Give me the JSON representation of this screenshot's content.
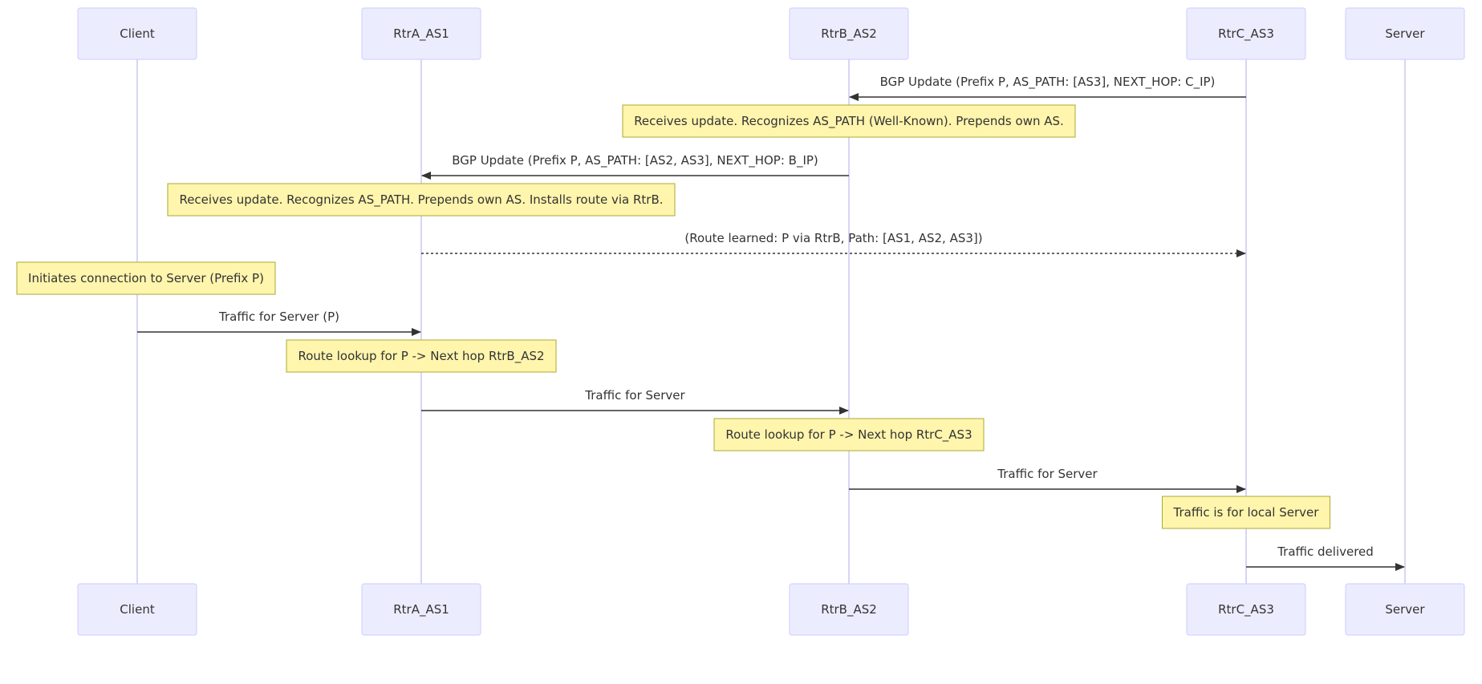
{
  "participants": [
    {
      "id": "Client",
      "label": "Client"
    },
    {
      "id": "RtrA_AS1",
      "label": "RtrA_AS1"
    },
    {
      "id": "RtrB_AS2",
      "label": "RtrB_AS2"
    },
    {
      "id": "RtrC_AS3",
      "label": "RtrC_AS3"
    },
    {
      "id": "Server",
      "label": "Server"
    }
  ],
  "steps": [
    {
      "kind": "message",
      "from": "RtrC_AS3",
      "to": "RtrB_AS2",
      "text": "BGP Update (Prefix P, AS_PATH: [AS3], NEXT_HOP: C_IP)",
      "style": "solid"
    },
    {
      "kind": "note",
      "over": "RtrB_AS2",
      "text": "Receives update. Recognizes AS_PATH (Well-Known). Prepends own AS."
    },
    {
      "kind": "message",
      "from": "RtrB_AS2",
      "to": "RtrA_AS1",
      "text": "BGP Update (Prefix P, AS_PATH: [AS2, AS3], NEXT_HOP: B_IP)",
      "style": "solid"
    },
    {
      "kind": "note",
      "over": "RtrA_AS1",
      "text": "Receives update. Recognizes AS_PATH. Prepends own AS. Installs route via RtrB."
    },
    {
      "kind": "message",
      "from": "RtrA_AS1",
      "to": "RtrC_AS3",
      "text": "(Route learned: P via RtrB, Path: [AS1, AS2, AS3])",
      "style": "dotted"
    },
    {
      "kind": "note",
      "over": "Client",
      "text": "Initiates connection to Server (Prefix P)"
    },
    {
      "kind": "message",
      "from": "Client",
      "to": "RtrA_AS1",
      "text": "Traffic for Server (P)",
      "style": "solid"
    },
    {
      "kind": "note",
      "over": "RtrA_AS1",
      "text": "Route lookup for P -> Next hop RtrB_AS2"
    },
    {
      "kind": "message",
      "from": "RtrA_AS1",
      "to": "RtrB_AS2",
      "text": "Traffic for Server",
      "style": "solid"
    },
    {
      "kind": "note",
      "over": "RtrB_AS2",
      "text": "Route lookup for P -> Next hop RtrC_AS3"
    },
    {
      "kind": "message",
      "from": "RtrB_AS2",
      "to": "RtrC_AS3",
      "text": "Traffic for Server",
      "style": "solid"
    },
    {
      "kind": "note",
      "over": "RtrC_AS3",
      "text": "Traffic is for local Server"
    },
    {
      "kind": "message",
      "from": "RtrC_AS3",
      "to": "Server",
      "text": "Traffic delivered",
      "style": "solid"
    }
  ]
}
